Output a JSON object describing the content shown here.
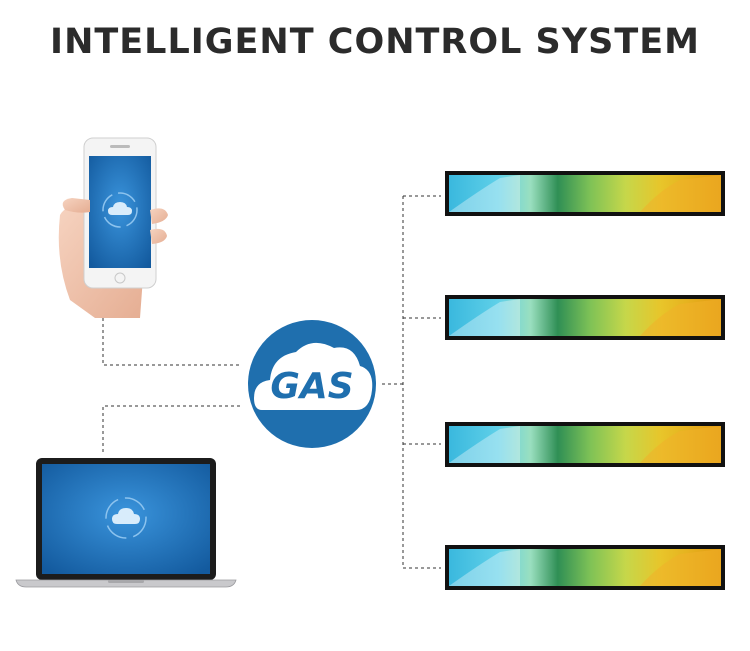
{
  "title": "INTELLIGENT CONTROL SYSTEM",
  "hub": {
    "logo_text": "GAS",
    "color": "#1f6fae"
  },
  "clients": [
    {
      "id": "smartphone",
      "icon": "phone-icon"
    },
    {
      "id": "laptop",
      "icon": "laptop-icon"
    }
  ],
  "displays": [
    {
      "id": "bar-display-1"
    },
    {
      "id": "bar-display-2"
    },
    {
      "id": "bar-display-3"
    },
    {
      "id": "bar-display-4"
    }
  ],
  "colors": {
    "title": "#2b2b2b",
    "connector": "#333333",
    "screen_blue": "#1f78c8"
  }
}
